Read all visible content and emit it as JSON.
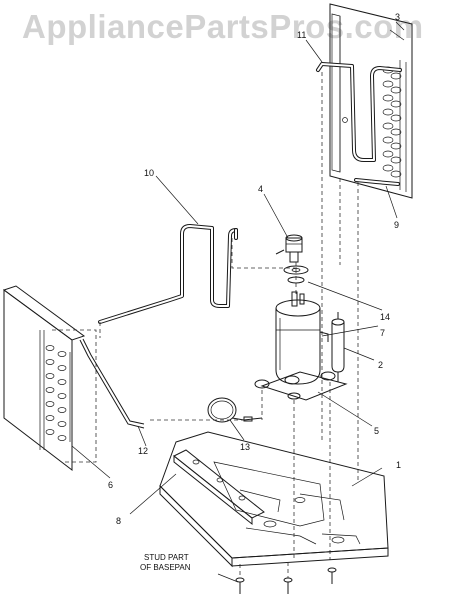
{
  "watermark": "AppliancePartsPros.com",
  "callouts": [
    {
      "id": "1",
      "label": "1"
    },
    {
      "id": "2",
      "label": "2"
    },
    {
      "id": "3",
      "label": "3"
    },
    {
      "id": "4",
      "label": "4"
    },
    {
      "id": "5",
      "label": "5"
    },
    {
      "id": "6",
      "label": "6"
    },
    {
      "id": "7",
      "label": "7"
    },
    {
      "id": "8",
      "label": "8"
    },
    {
      "id": "9",
      "label": "9"
    },
    {
      "id": "10",
      "label": "10"
    },
    {
      "id": "11",
      "label": "11"
    },
    {
      "id": "12",
      "label": "12"
    },
    {
      "id": "13",
      "label": "13"
    },
    {
      "id": "14",
      "label": "14"
    }
  ],
  "stud_note": {
    "line1": "STUD PART",
    "line2": "OF BASEPAN"
  }
}
